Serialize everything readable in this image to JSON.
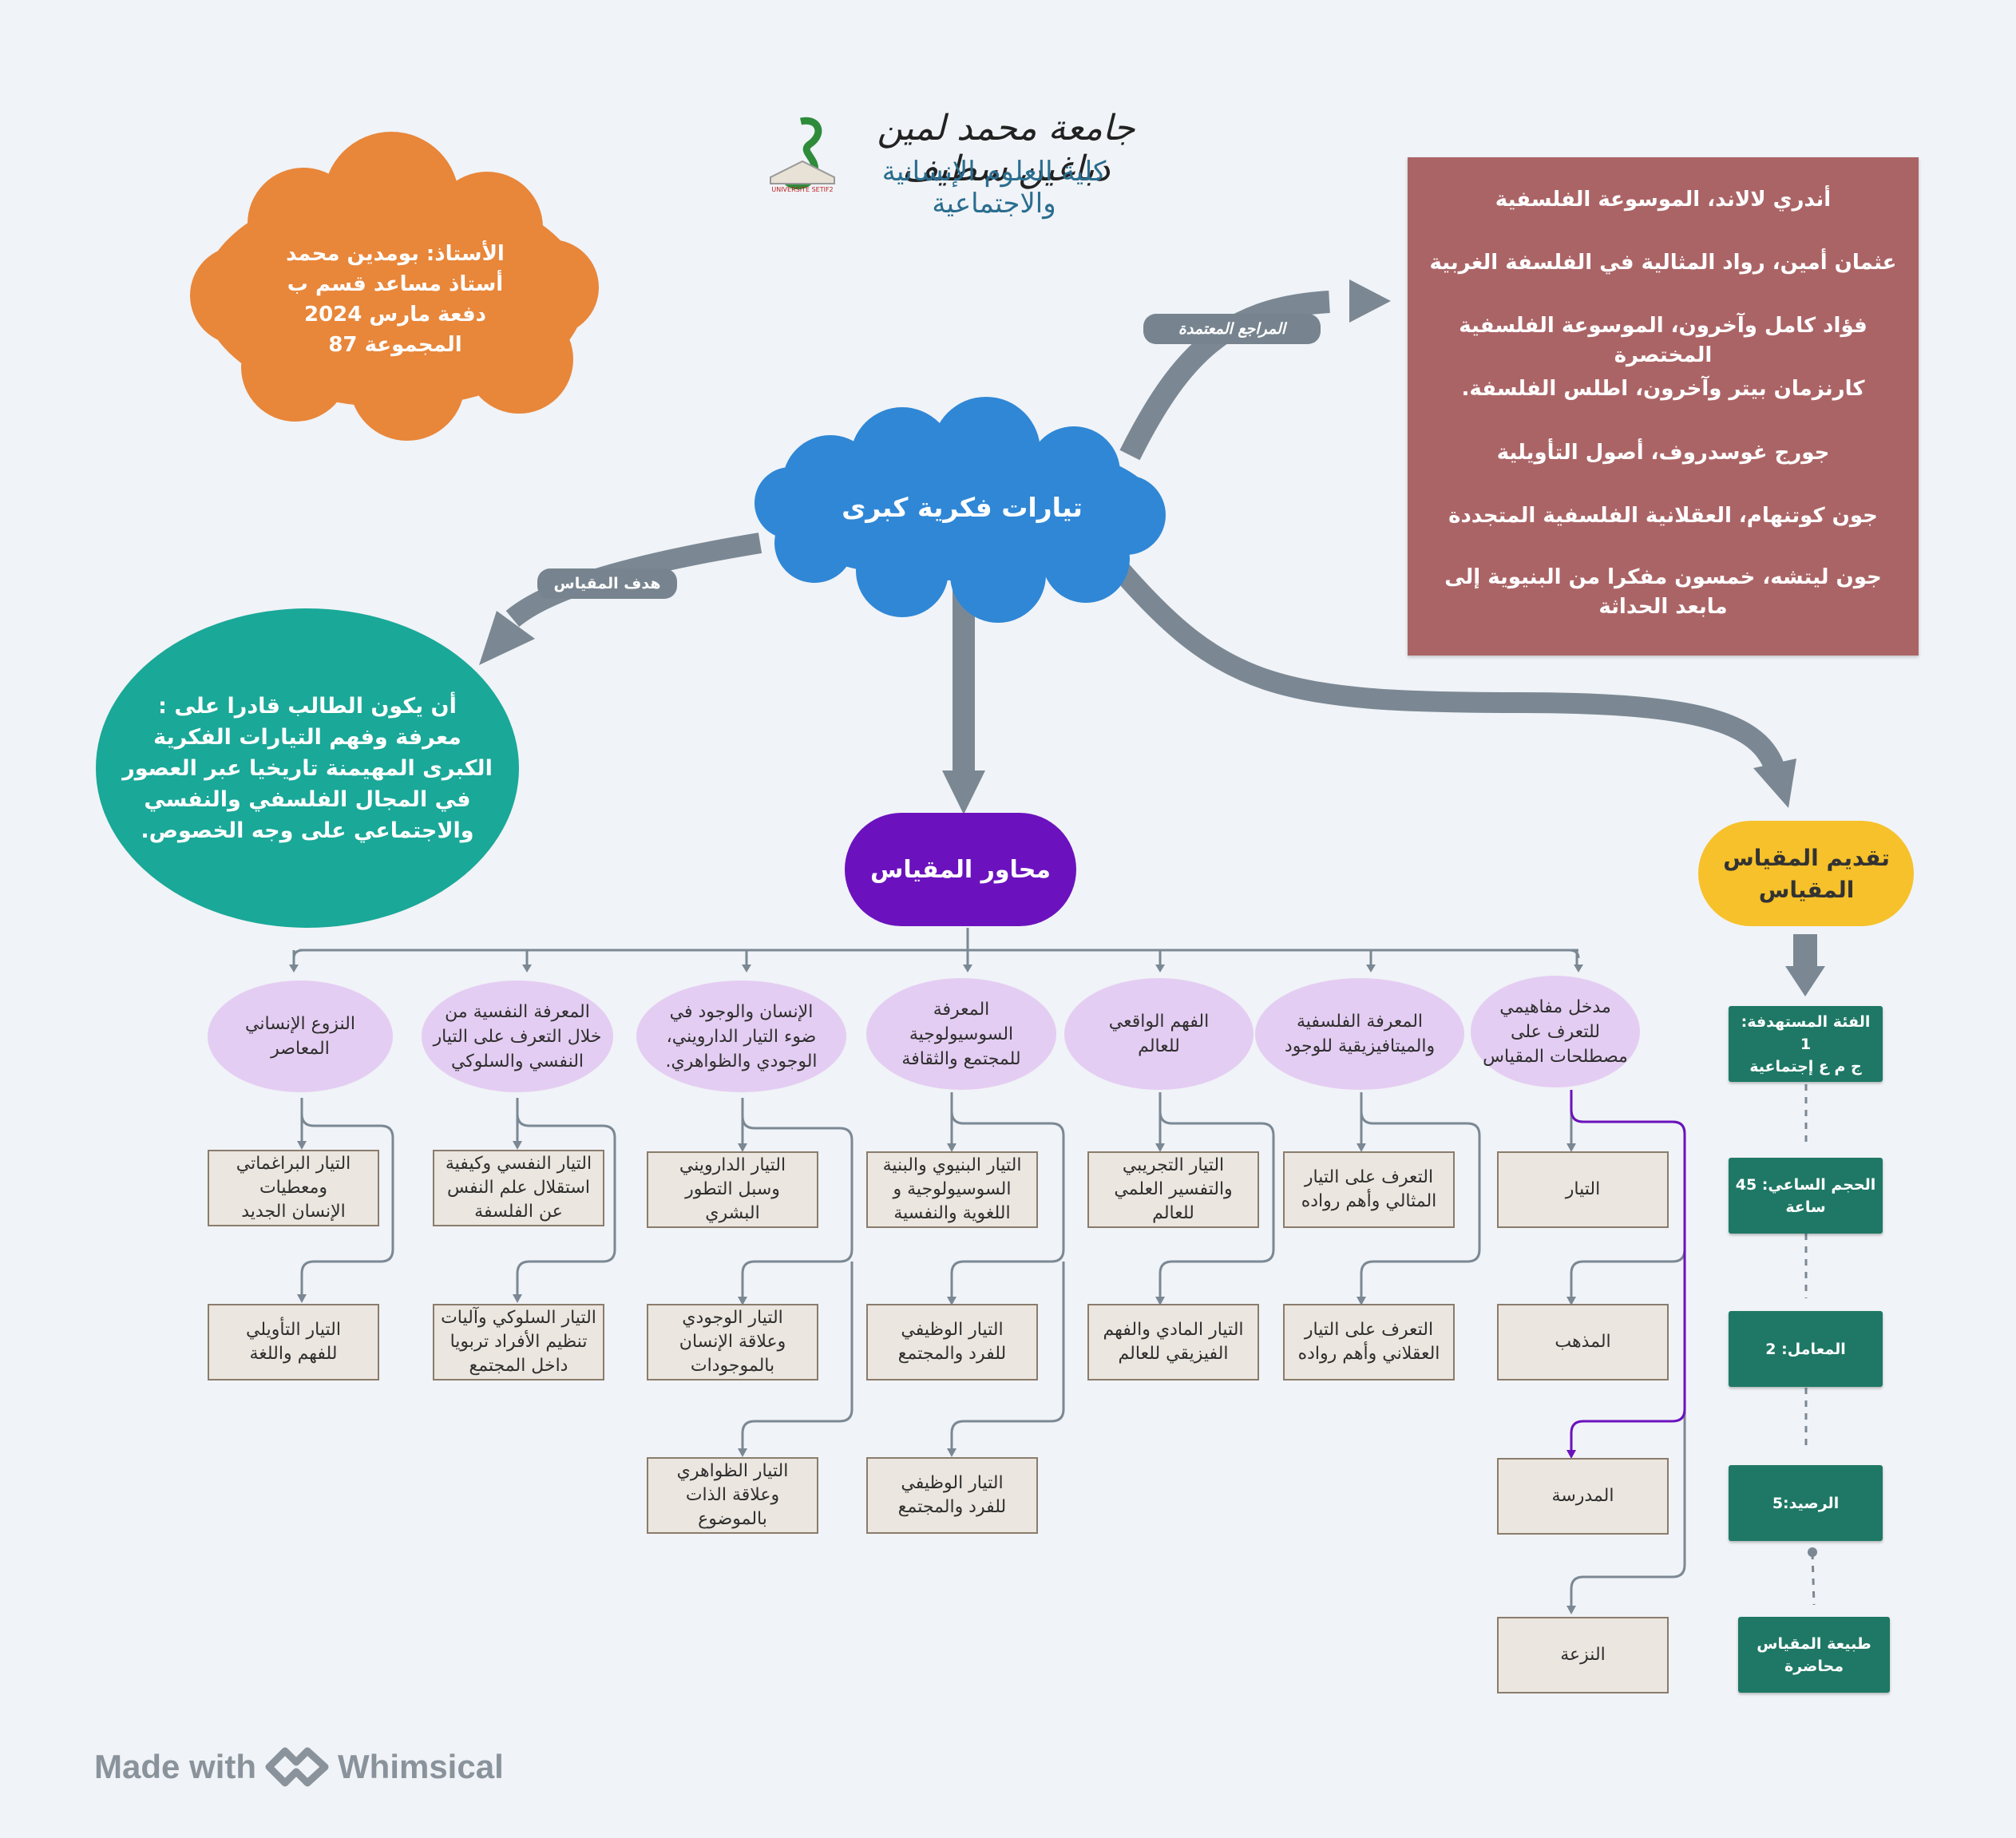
{
  "logo": {
    "university": "جامعة محمد لمين دباغين سطيف",
    "faculty": "كلية العلوم الإنسانية والاجتماعية",
    "latin": "UNIVERSITE SETIF2"
  },
  "instructor": {
    "text": "الأستاذ:  بومدين محمد\nأستاذ مساعد قسم  ب\nدفعة مارس 2024\nالمجموعة 87"
  },
  "central": {
    "title": "تيارات فكرية كبرى"
  },
  "labels": {
    "goal": "هدف المقياس",
    "references": "المراجع المعتمدة"
  },
  "goal_text": "أن يكون الطالب قادرا على :\nمعرفة وفهم التيارات الفكرية\nالكبرى المهيمنة تاريخيا عبر العصور\nفي المجال الفلسفي والنفسي\nوالاجتماعي على وجه الخصوص.",
  "references": [
    "أندري لالاند، الموسوعة الفلسفية",
    "عثمان أمين، رواد المثالية في الفلسفة الغربية",
    "فؤاد كامل وآخرون، الموسوعة الفلسفية المختصرة",
    "كارنزمان بيتر وآخرون، اطلس الفلسفة.",
    "جورج غوسدروف، أصول التأويلية",
    "جون كوتنهام، العقلانية الفلسفية المتجددة",
    "جون ليتشه، خمسون مفكرا من البنيوية إلى مابعد الحداثة"
  ],
  "axes_title": "محاور المقياس",
  "presentation": {
    "title": "تقديم المقياس المقياس",
    "items": [
      "الفئة المستهدفة:  1\nج م ع إجتماعية",
      "الحجم الساعي: 45\nساعة",
      "المعامل: 2",
      "الرصيد:5",
      "طبيعة المقياس\nمحاضرة"
    ]
  },
  "axes": [
    {
      "title": "مدخل مفاهيمي\nللتعرف على\nمصطلحات المقياس",
      "children": [
        "التيار",
        "المذهب",
        "المدرسة",
        "النزعة"
      ]
    },
    {
      "title": "المعرفة الفلسفية\nوالميتافيزيقية للوجود",
      "children": [
        "التعرف على التيار\nالمثالي وأهم رواده",
        "التعرف على التيار\nالعقلاني وأهم رواده"
      ]
    },
    {
      "title": "الفهم الواقعي\nللعالم",
      "children": [
        "التيار التجريبي\nوالتفسير العلمي\nللعالم",
        "التيار المادي والفهم\nالفيزيقي للعالم"
      ]
    },
    {
      "title": "المعرفة\nالسوسيولوجية\nللمجتمع والثقافة",
      "children": [
        "التيار البنيوي والبنية\nالسوسيولوجية و\nاللغوية والنفسية",
        "التيار الوظيفي\nللفرد والمجتمع",
        "التيار الوظيفي\nللفرد والمجتمع"
      ]
    },
    {
      "title": "الإنسان والوجود في\nضوء التيار الدارويني،\nالوجودي والظواهري.",
      "children": [
        "التيار الدارويني\nوسبل التطور\nالبشري",
        "التيار الوجودي\nوعلاقة الإنسان\nبالموجودات",
        "التيار الظواهري\nوعلاقة الذات\nبالموضوع"
      ]
    },
    {
      "title": "المعرفة النفسية من\nخلال التعرف على التيار\nالنفسي والسلوكي",
      "children": [
        "التيار النفسي وكيفية\nاستقلال علم النفس\nعن الفلسفة",
        "التيار السلوكي وآليات\nتنظيم الأفراد تربويا\nداخل المجتمع"
      ]
    },
    {
      "title": "النزوع الإنساني\nالمعاصر",
      "children": [
        "التيار البراغماتي\nومعطيات\nالإنسان الجديد",
        "التيار التأويلي\nللفهم واللغة"
      ]
    }
  ],
  "footer": {
    "made_with": "Made with",
    "brand": "Whimsical"
  },
  "colors": {
    "background": "#f0f3f7",
    "instructor_cloud": "#e8863a",
    "central_cloud": "#2f87d6",
    "goal_ellipse": "#1aa898",
    "references_box": "#ab6466",
    "axes_pill": "#6b12be",
    "presentation_pill": "#f6c12a",
    "axis_ellipse": "#e4cdf2",
    "child_box": "#ebe6df",
    "info_box": "#1e7865",
    "arrow": "#7b8894",
    "highlight_connector": "#6b12be"
  }
}
